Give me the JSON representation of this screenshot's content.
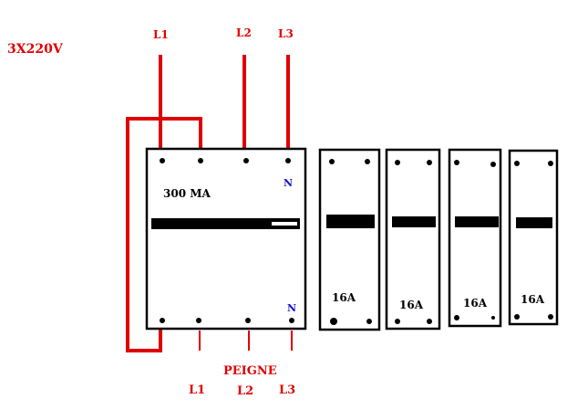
{
  "supply_label": "3X220V",
  "top_phases": [
    "L1",
    "L2",
    "L3"
  ],
  "bottom_phases": [
    "L1",
    "L2",
    "L3"
  ],
  "comb_label": "PEIGNE",
  "rcd": {
    "rating": "300 MA",
    "neutral_top": "N",
    "neutral_bottom": "N"
  },
  "breakers": [
    {
      "rating": "16A"
    },
    {
      "rating": "16A"
    },
    {
      "rating": "16A"
    },
    {
      "rating": "16A"
    }
  ],
  "colors": {
    "wire": "#e00000",
    "neutral_mark": "#1010c0",
    "outline": "#000000"
  }
}
